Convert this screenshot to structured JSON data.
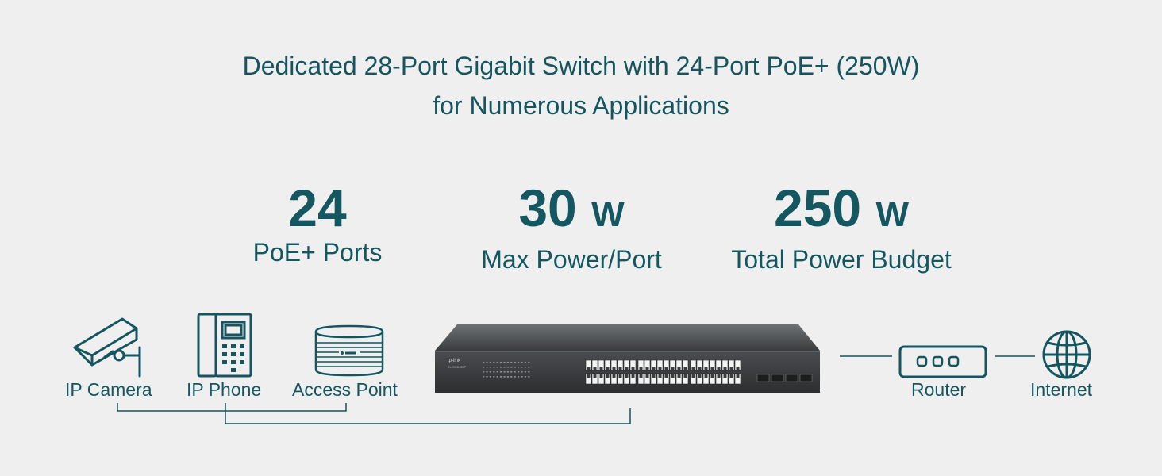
{
  "title": {
    "line1": "Dedicated 28-Port Gigabit Switch with 24-Port PoE+ (250W)",
    "line2": "for Numerous Applications"
  },
  "stats": [
    {
      "value": "24",
      "unit": "",
      "label": "PoE+ Ports"
    },
    {
      "value": "30",
      "unit": "W",
      "label": "Max Power/Port"
    },
    {
      "value": "250",
      "unit": "W",
      "label": "Total Power Budget"
    }
  ],
  "devices": {
    "ip_camera": "IP Camera",
    "ip_phone": "IP Phone",
    "access_point": "Access Point",
    "router": "Router",
    "internet": "Internet"
  },
  "switch": {
    "brand": "tp-link",
    "model": "TL-SG2428P"
  },
  "colors": {
    "background": "#efefef",
    "accent": "#14555f",
    "switch_body": "#3a3c3e"
  },
  "icons": [
    "camera-icon",
    "phone-icon",
    "access-point-icon",
    "switch-image",
    "router-icon",
    "globe-icon"
  ]
}
